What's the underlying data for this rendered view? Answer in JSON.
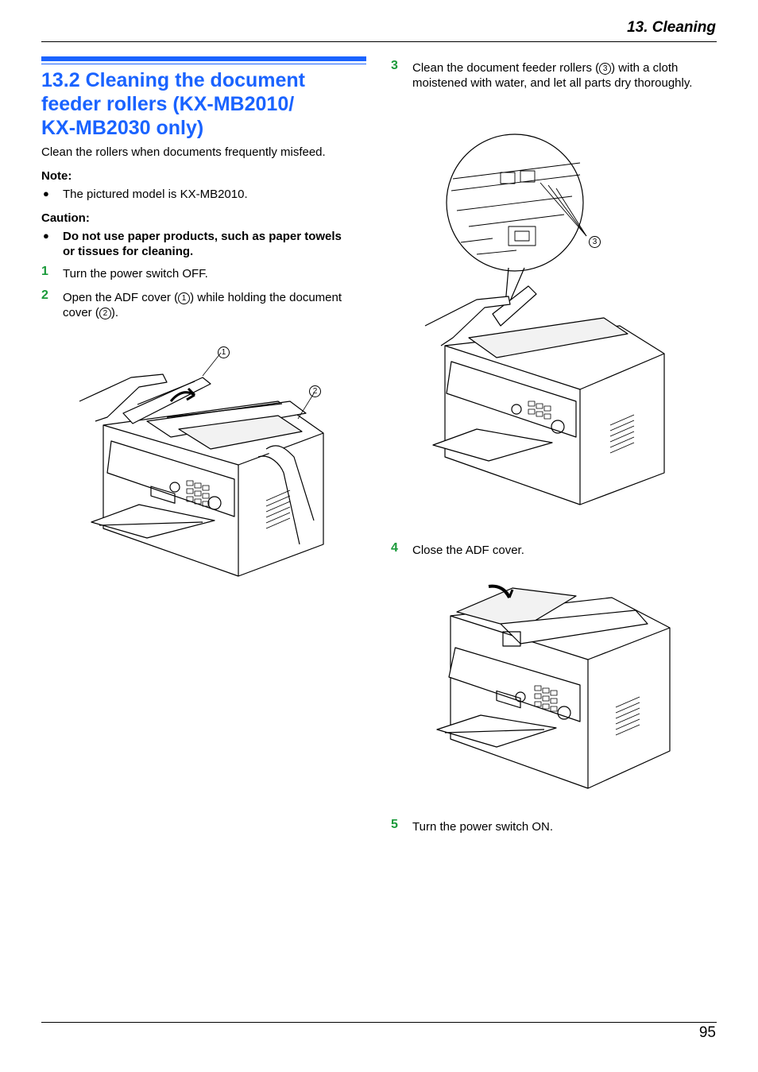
{
  "header": {
    "title": "13. Cleaning"
  },
  "section": {
    "title_line1": "13.2 Cleaning the document",
    "title_line2": "feeder rollers (KX-MB2010/",
    "title_line3": "KX-MB2030 only)"
  },
  "intro": "Clean the rollers when documents frequently misfeed.",
  "note": {
    "label": "Note:",
    "bullet": "●",
    "text": "The pictured model is KX-MB2010."
  },
  "caution": {
    "label": "Caution:",
    "bullet": "●",
    "line1": "Do not use paper products, such as paper towels",
    "line2": "or tissues for cleaning."
  },
  "steps": [
    {
      "num": "1",
      "text": "Turn the power switch OFF."
    },
    {
      "num": "2",
      "line1a": "Open the ADF cover (",
      "callout1": "1",
      "line1b": ") while holding the document",
      "line2a": "cover (",
      "callout2": "2",
      "line2b": ")."
    },
    {
      "num": "3",
      "line1a": "Clean the document feeder rollers (",
      "callout": "3",
      "line1b": ") with a cloth",
      "line2": "moistened with water, and let all parts dry thoroughly."
    },
    {
      "num": "4",
      "text": "Close the ADF cover."
    },
    {
      "num": "5",
      "text": "Turn the power switch ON."
    }
  ],
  "figure_callouts": {
    "fig1_a": "1",
    "fig1_b": "2",
    "fig2_a": "3"
  },
  "page_number": "95",
  "colors": {
    "accent_blue": "#1a63ff",
    "step_green": "#1a9a3a",
    "line_art": "#000000"
  }
}
